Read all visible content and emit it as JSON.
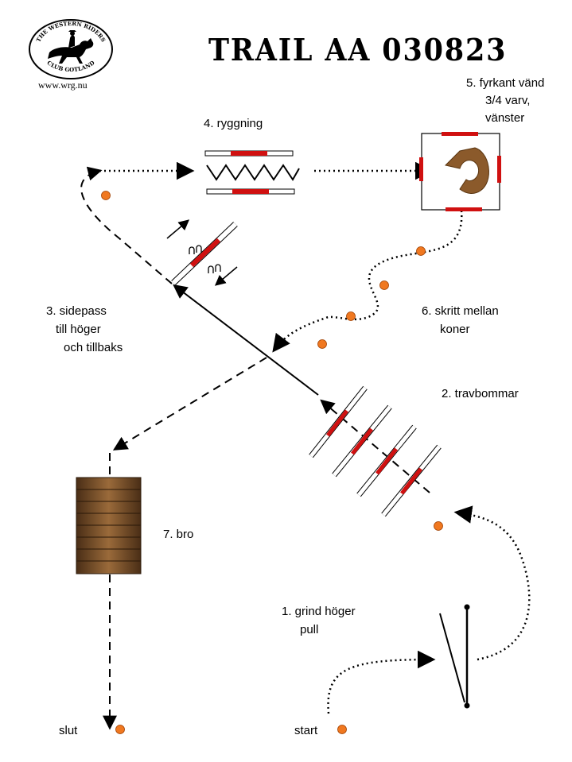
{
  "title": "TRAIL AA 030823",
  "logo": {
    "top_text": "THE WESTERN RIDERS",
    "bottom_text": "CLUB GOTLAND",
    "url": "www.wrg.nu"
  },
  "stations": {
    "s1_line1": "1. grind höger",
    "s1_line2": "pull",
    "s2": "2. travbommar",
    "s3_line1": "3. sidepass",
    "s3_line2": "till höger",
    "s3_line3": "och tillbaks",
    "s4": "4. ryggning",
    "s5_line1": "5. fyrkant vänd",
    "s5_line2": "3/4 varv,",
    "s5_line3": "vänster",
    "s6_line1": "6. skritt mellan",
    "s6_line2": "koner",
    "s7": "7. bro",
    "start": "start",
    "end": "slut"
  },
  "colors": {
    "cone": "#f07820",
    "pole_red": "#d01010",
    "bridge_dark": "#4a2e16",
    "bridge_light": "#9a6a3a",
    "turn_brown": "#8b5a2b"
  }
}
